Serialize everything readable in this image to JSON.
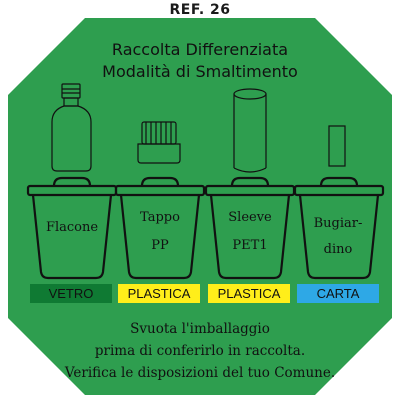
{
  "ref": "REF. 26",
  "title": {
    "line1": "Raccolta Differenziata",
    "line2": "Modalità di Smaltimento"
  },
  "bins": [
    {
      "label_line1": "Flacone",
      "label_line2": "",
      "material": "VETRO",
      "material_color": "#0f7a33"
    },
    {
      "label_line1": "Tappo",
      "label_line2": "PP",
      "material": "PLASTICA",
      "material_color": "#ffee1a"
    },
    {
      "label_line1": "Sleeve",
      "label_line2": "PET1",
      "material": "PLASTICA",
      "material_color": "#ffee1a"
    },
    {
      "label_line1": "Bugiar-",
      "label_line2": "dino",
      "material": "CARTA",
      "material_color": "#2ea8e6"
    }
  ],
  "footer": {
    "line1": "Svuota l'imballaggio",
    "line2": "prima di conferirlo in raccolta.",
    "line3": "Verifica le disposizioni del tuo Comune."
  },
  "colors": {
    "background": "#2e9e4f",
    "stroke": "#111111"
  }
}
